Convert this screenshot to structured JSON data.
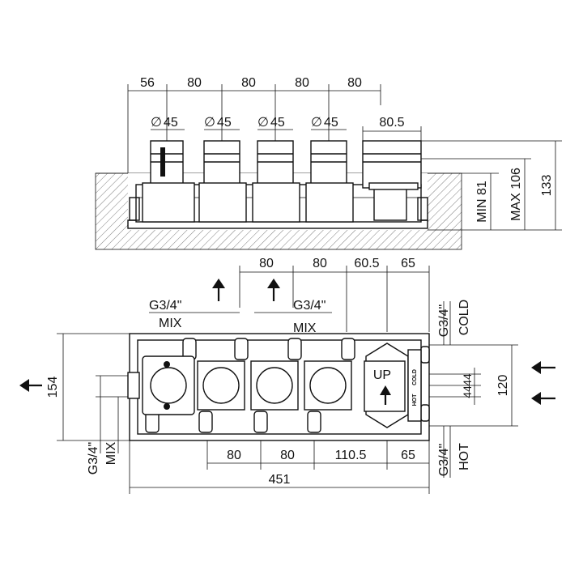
{
  "top_view": {
    "spacing_dims": [
      "56",
      "80",
      "80",
      "80",
      "80"
    ],
    "diameter_dims": [
      "45",
      "45",
      "45",
      "45"
    ],
    "diameter_symbol": "∅",
    "diverter_width": "80.5",
    "min_depth": "MIN 81",
    "max_depth": "MAX 106",
    "overall_depth": "133"
  },
  "front_view": {
    "top_spacing_dims": [
      "80",
      "80",
      "60.5",
      "65"
    ],
    "bottom_spacing_dims": [
      "80",
      "80",
      "110.5",
      "65"
    ],
    "overall_width": "451",
    "overall_height": "154",
    "inlet_spacing_total": "120",
    "inlet_spacing_a": "44",
    "inlet_spacing_b": "44",
    "mix_outlet_left": {
      "thread": "G3/4\"",
      "label": "MIX"
    },
    "mix_outlet_right": {
      "thread": "G3/4\"",
      "label": "MIX"
    },
    "mix_outlet_side": {
      "thread": "G3/4\"",
      "label": "MIX"
    },
    "cold_inlet": {
      "thread": "G3/4\"",
      "label": "COLD"
    },
    "hot_inlet": {
      "thread": "G3/4\"",
      "label": "HOT"
    },
    "up_label": "UP",
    "cold_tag": "COLD",
    "hot_tag": "HOT"
  }
}
